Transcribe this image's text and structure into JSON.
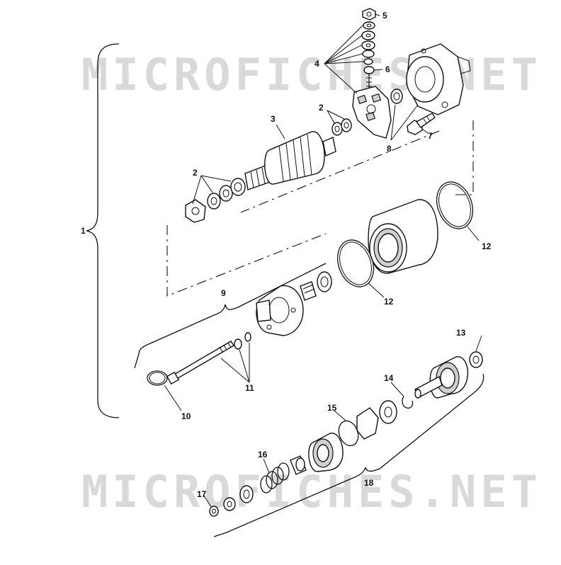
{
  "watermark": {
    "top": "MICROFICHES.NET",
    "bottom": "MICROFICHES.NET"
  },
  "labels": {
    "l1": "1",
    "l2a": "2",
    "l2b": "2",
    "l3": "3",
    "l4": "4",
    "l5": "5",
    "l6": "6",
    "l7": "7",
    "l8": "8",
    "l9": "9",
    "l10": "10",
    "l11": "11",
    "l12a": "12",
    "l12b": "12",
    "l13": "13",
    "l14": "14",
    "l15": "15",
    "l16": "16",
    "l17": "17",
    "l18": "18"
  }
}
